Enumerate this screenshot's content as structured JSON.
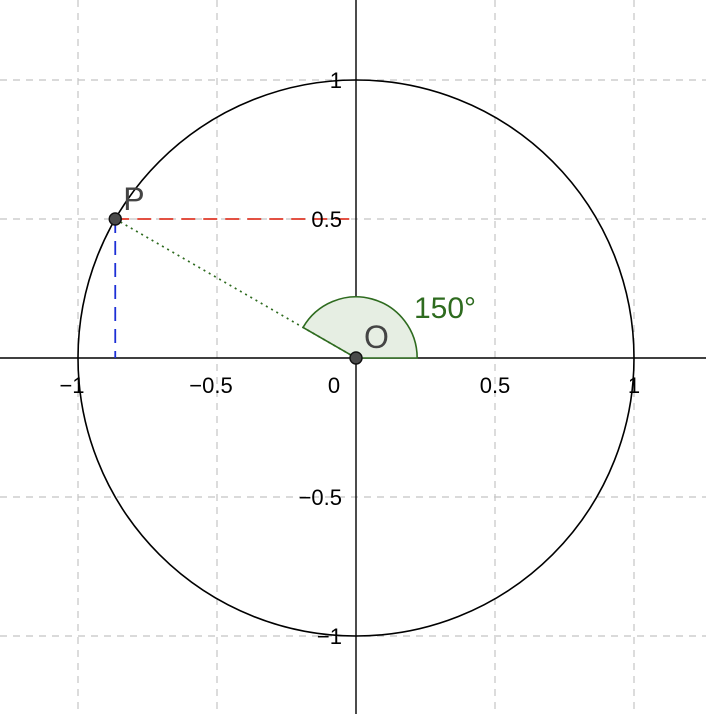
{
  "angle": {
    "degrees": 150,
    "label": "150°",
    "color": "#2e6b1f",
    "fill": "#e6eee3"
  },
  "points": {
    "origin": {
      "name": "O",
      "x": 0,
      "y": 0
    },
    "p": {
      "name": "P",
      "x": -0.866,
      "y": 0.5
    }
  },
  "circle": {
    "center": [
      0,
      0
    ],
    "radius": 1,
    "color": "#000000"
  },
  "projections": {
    "horizontal_color": "#e03a2a",
    "vertical_color": "#1d2fd6",
    "radius_color": "#2e6b1f"
  },
  "axes": {
    "x_ticks": [
      {
        "value": -1,
        "label": "−1"
      },
      {
        "value": -0.5,
        "label": "−0.5"
      },
      {
        "value": 0,
        "label": "0"
      },
      {
        "value": 0.5,
        "label": "0.5"
      },
      {
        "value": 1,
        "label": "1"
      }
    ],
    "y_ticks": [
      {
        "value": 1,
        "label": "1"
      },
      {
        "value": 0.5,
        "label": "0.5"
      },
      {
        "value": -0.5,
        "label": "−0.5"
      },
      {
        "value": -1,
        "label": "−1"
      }
    ],
    "grid_values": [
      -1,
      -0.5,
      0.5,
      1
    ]
  }
}
